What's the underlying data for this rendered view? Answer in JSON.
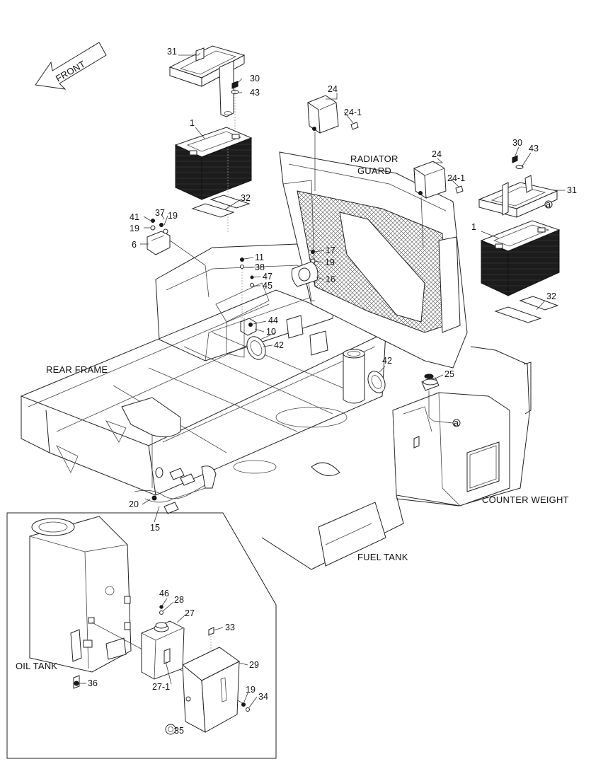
{
  "front_arrow": "FRONT",
  "region_labels": {
    "radiator_guard_line1": "RADIATOR",
    "radiator_guard_line2": "GUARD",
    "rear_frame": "REAR FRAME",
    "counter_weight": "COUNTER WEIGHT",
    "fuel_tank": "FUEL TANK",
    "oil_tank": "OIL TANK"
  },
  "callouts": {
    "c31a": "31",
    "c30a": "30",
    "c43a": "43",
    "c1a": "1",
    "c32a": "32",
    "c41": "41",
    "c37": "37",
    "c19a": "19",
    "c19b": "19",
    "c6": "6",
    "c24a": "24",
    "c24_1a": "24-1",
    "c24b": "24",
    "c24_1b": "24-1",
    "c30b": "30",
    "c43b": "43",
    "c31b": "31",
    "c1b": "1",
    "c32b": "32",
    "c11": "11",
    "c38": "38",
    "c47": "47",
    "c45": "45",
    "c44": "44",
    "c10": "10",
    "c42a": "42",
    "c17": "17",
    "c19c": "19",
    "c16": "16",
    "c42b": "42",
    "c25": "25",
    "c20": "20",
    "c15": "15",
    "c46": "46",
    "c28": "28",
    "c27": "27",
    "c33": "33",
    "c29": "29",
    "c27_1": "27-1",
    "c19d": "19",
    "c34": "34",
    "c35": "35",
    "c36": "36",
    "mark_a1": "a",
    "mark_a2": "a"
  }
}
